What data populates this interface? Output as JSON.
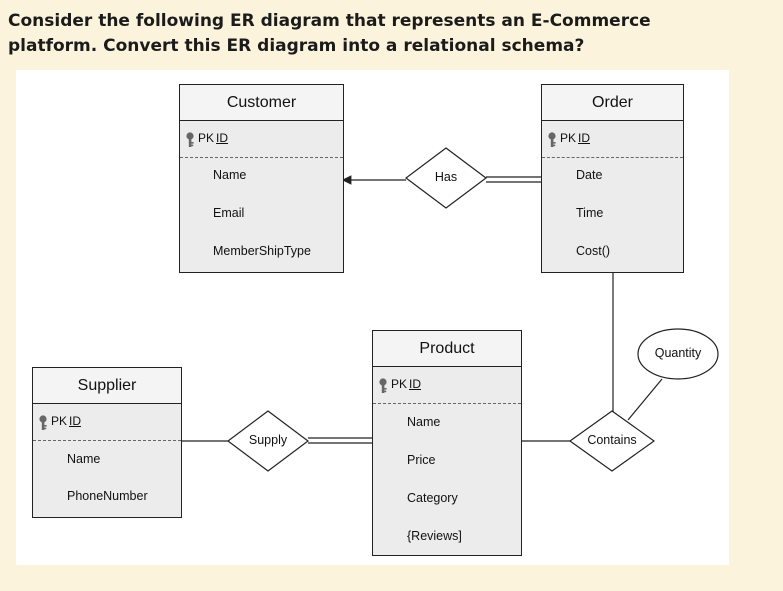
{
  "question": {
    "line1": "Consider the following ER diagram that represents an E-Commerce",
    "line2": "platform. Convert this ER diagram into a relational schema?"
  },
  "entities": {
    "customer": {
      "name": "Customer",
      "pk_label": "PK",
      "pk": "ID",
      "attributes": [
        "Name",
        "Email",
        "MemberShipType"
      ]
    },
    "order": {
      "name": "Order",
      "pk_label": "PK",
      "pk": "ID",
      "attributes": [
        "Date",
        "Time",
        "Cost()"
      ]
    },
    "product": {
      "name": "Product",
      "pk_label": "PK",
      "pk": "ID",
      "attributes": [
        "Name",
        "Price",
        "Category",
        "{Reviews]"
      ]
    },
    "supplier": {
      "name": "Supplier",
      "pk_label": "PK",
      "pk": "ID",
      "attributes": [
        "Name",
        "PhoneNumber"
      ]
    }
  },
  "relationships": {
    "has": "Has",
    "supply": "Supply",
    "contains": "Contains"
  },
  "relationship_attributes": {
    "quantity": "Quantity"
  },
  "icons": {
    "primary_key": "key-icon"
  },
  "colors": {
    "page_bg": "#fbf3dc",
    "canvas_bg": "#ffffff",
    "entity_fill": "#ececec",
    "line": "#222222"
  }
}
